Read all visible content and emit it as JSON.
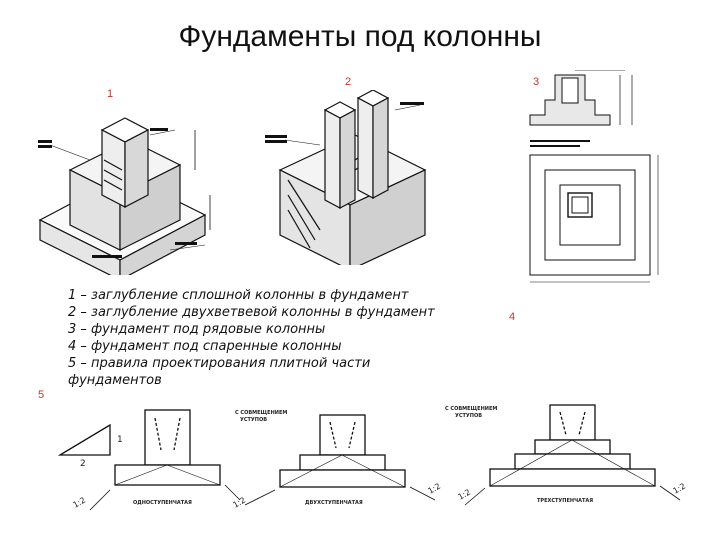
{
  "slide": {
    "title": "Фундаменты под колонны"
  },
  "figure_numbers": {
    "n1": "1",
    "n2": "2",
    "n3": "3",
    "n4": "4",
    "n5": "5"
  },
  "caption": {
    "lines": [
      "1 – заглубление сплошной колонны в фундамент",
      "2 – заглубление двухветвевой колонны в фундамент",
      "3 – фундамент под рядовые колонны",
      "4 – фундамент под спаренные колонны",
      "5 – правила проектирования плитной части",
      "фундаментов"
    ]
  },
  "bottom_drawings": {
    "label_one_step": "ОДНОСТУПЕНЧАТАЯ",
    "label_two_step": "ДВУХСТУПЕНЧАТАЯ",
    "label_three_step": "ТРЕХСТУПЕНЧАТАЯ",
    "note_combined_a": "С СОВМЕЩЕНИЕМ",
    "note_steps_a": "УСТУПОВ",
    "note_combined_b": "С СОВМЕЩЕНИЕМ",
    "note_steps_b": "УСТУПОВ",
    "slope_ratio": "1:2",
    "triangle_side_1": "1",
    "triangle_side_2": "2"
  }
}
